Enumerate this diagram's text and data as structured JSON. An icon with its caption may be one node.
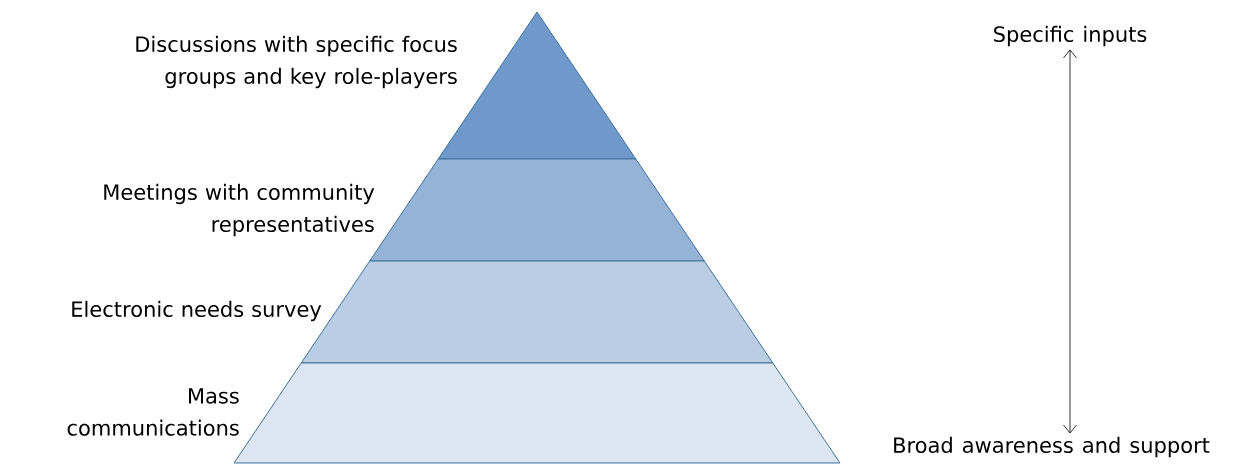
{
  "diagram": {
    "nodes": [
      {
        "text": [],
        "shape": "triangle",
        "beside": [
          "Discussions with specific focus groups and key role-players"
        ]
      },
      {
        "text": [],
        "shape": "trapezoid",
        "beside": [
          "Meetings with community representatives"
        ]
      },
      {
        "text": [],
        "shape": "trapezoid",
        "beside": [
          "Electronic needs survey"
        ]
      },
      {
        "text": [],
        "shape": "trapezoid",
        "beside": [
          "Mass communications"
        ]
      },
      {
        "text": [
          "Specific inputs"
        ]
      },
      {
        "text": [
          "Broad awareness and support"
        ]
      }
    ],
    "edges": [
      {
        "from": 4,
        "to": 5,
        "arrow": "both"
      }
    ]
  }
}
